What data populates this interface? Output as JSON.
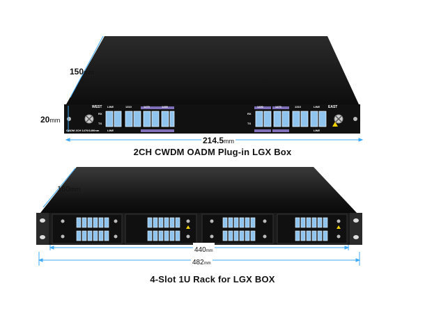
{
  "box": {
    "depth_value": "150",
    "depth_unit": "mm",
    "height_value": "20",
    "height_unit": "mm",
    "width_value": "214.5",
    "width_unit": "mm",
    "caption": "2CH CWDM OADM Plug-in LGX Box",
    "panel": {
      "west_label": "WEST",
      "east_label": "EAST",
      "rx_label": "RX",
      "tx_label": "TX",
      "line_label": "LINE",
      "model_label": "OADM 2CH 1470/1490nm",
      "channels_left": [
        "1310",
        "1470",
        "1490"
      ],
      "channels_right": [
        "1490",
        "1470",
        "1310"
      ]
    }
  },
  "rack": {
    "depth_value": "160",
    "depth_unit": "mm",
    "inner_width_value": "440",
    "inner_width_unit": "mm",
    "outer_width_value": "482",
    "outer_width_unit": "mm",
    "caption": "4-Slot 1U Rack for LGX BOX"
  },
  "colors": {
    "dimension_line": "#3fa9f5",
    "panel_black": "#111111",
    "adapter_blue": "#8fc4ef",
    "channel_purple": "#7f6fb8"
  }
}
